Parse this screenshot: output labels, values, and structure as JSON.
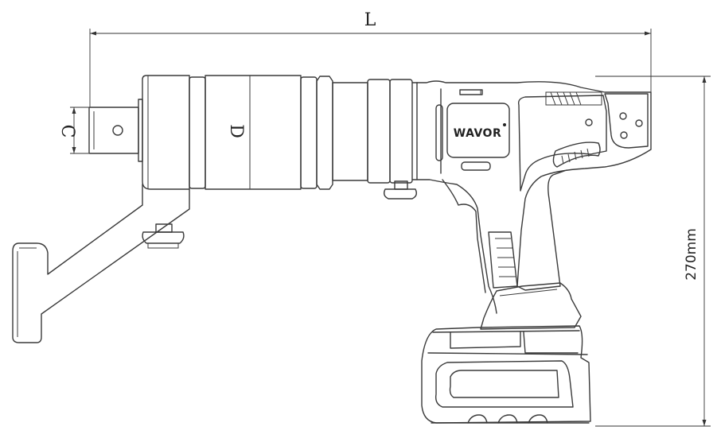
{
  "dimensions": {
    "length_label": "L",
    "square_drive_label": "C",
    "body_diameter_label": "D",
    "height_label": "270mm"
  },
  "brand": {
    "logo_text": "WAVOR"
  }
}
